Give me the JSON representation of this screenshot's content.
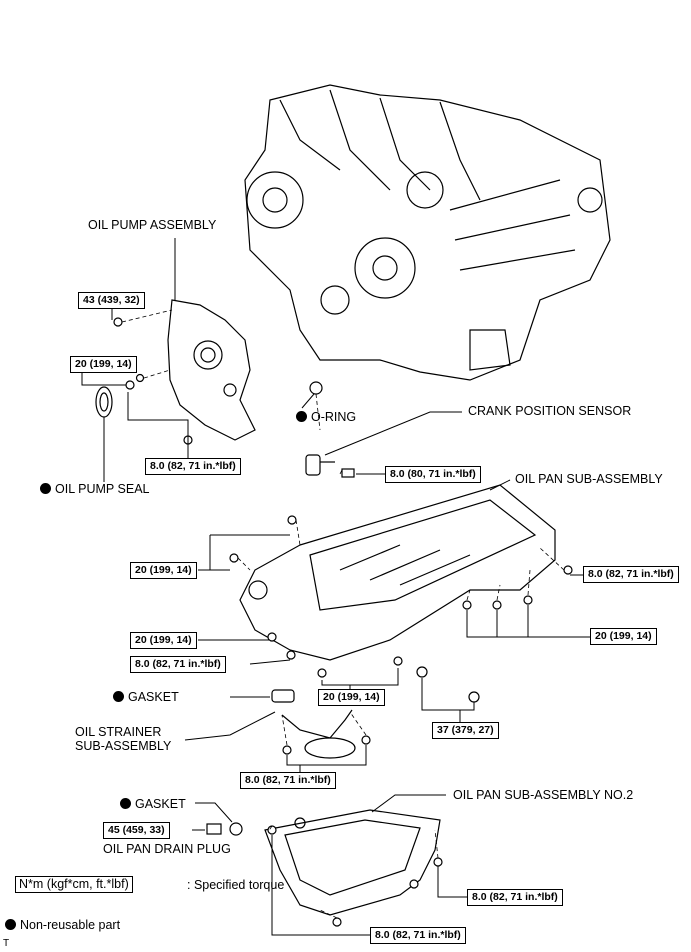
{
  "labels": {
    "oil_pump_assembly": "OIL PUMP ASSEMBLY",
    "oil_pump_seal": "OIL PUMP SEAL",
    "o_ring": "O-RING",
    "crank_position_sensor": "CRANK POSITION SENSOR",
    "oil_pan_sub_assembly": "OIL PAN SUB-ASSEMBLY",
    "gasket_1": "GASKET",
    "oil_strainer_line1": "OIL STRAINER",
    "oil_strainer_line2": "SUB-ASSEMBLY",
    "gasket_2": "GASKET",
    "oil_pan_sub_assembly_no2": "OIL PAN SUB-ASSEMBLY NO.2",
    "oil_pan_drain_plug": "OIL PAN DRAIN PLUG"
  },
  "torques": [
    "43 (439, 32)",
    "20 (199, 14)",
    "8.0 (82, 71 in.*lbf)",
    "8.0 (80, 71 in.*lbf)",
    "20 (199, 14)",
    "8.0 (82, 71 in.*lbf)",
    "20 (199, 14)",
    "8.0 (82, 71 in.*lbf)",
    "20 (199, 14)",
    "20 (199, 14)",
    "37 (379, 27)",
    "8.0 (82, 71 in.*lbf)",
    "45 (459, 33)",
    "8.0 (82, 71 in.*lbf)",
    "8.0 (82, 71 in.*lbf)"
  ],
  "legend": {
    "torque_unit": "N*m (kgf*cm, ft.*lbf)",
    "torque_desc": ": Specified torque",
    "non_reusable": "Non-reusable part"
  },
  "corner_mark": "T",
  "non_reusable_marker_icon": "filled-circle-icon"
}
